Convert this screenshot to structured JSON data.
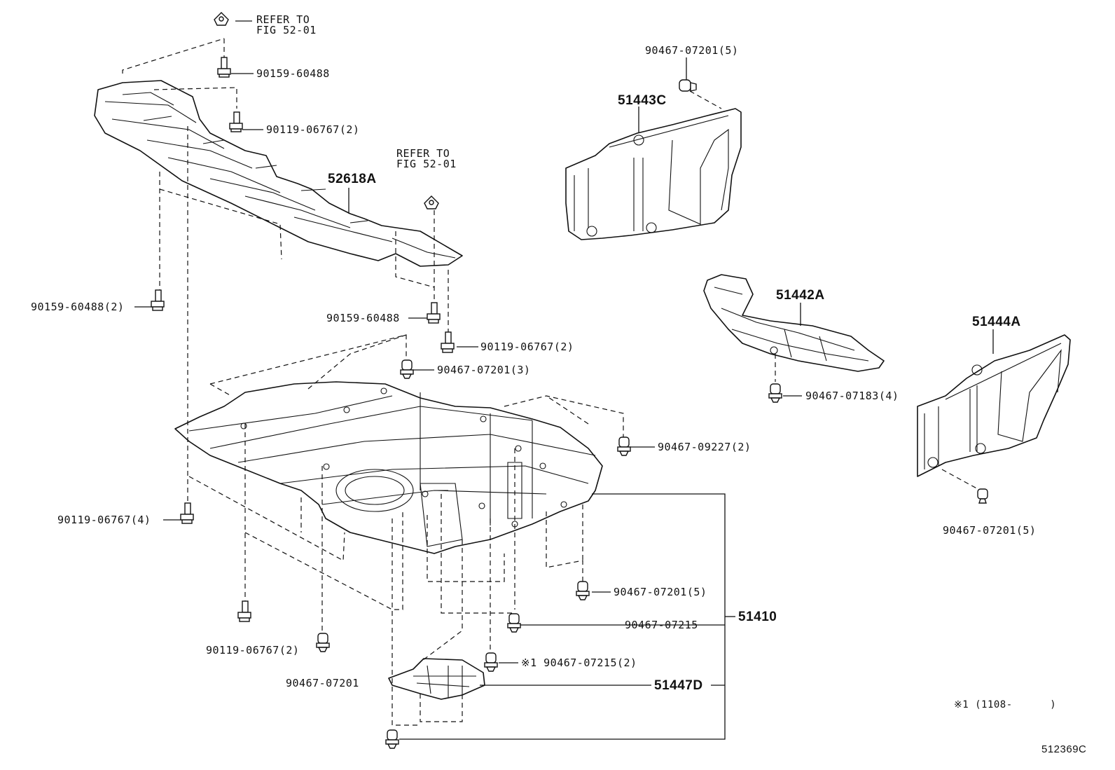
{
  "labels": {
    "refer_top": [
      "REFER TO",
      "FIG 52-01"
    ],
    "refer_mid": [
      "REFER TO",
      "FIG 52-01"
    ],
    "p_90159_60488_top": "90159-60488",
    "p_90119_06767_2_top": "90119-06767(2)",
    "p_52618A": "52618A",
    "p_90159_60488_2": "90159-60488(2)",
    "p_90159_60488_mid": "90159-60488",
    "p_90119_06767_2_mid": "90119-06767(2)",
    "p_90467_07201_3": "90467-07201(3)",
    "p_90467_09227_2": "90467-09227(2)",
    "p_90119_06767_4": "90119-06767(4)",
    "p_90467_07201_5_mid": "90467-07201(5)",
    "p_90467_07215": "90467-07215",
    "p_51410": "51410",
    "p_90119_06767_2_bot": "90119-06767(2)",
    "p_90467_07201_bot": "90467-07201",
    "p_x1_90467_07215_2": "※1 90467-07215(2)",
    "p_51447D": "51447D",
    "p_90467_07201_5_top": "90467-07201(5)",
    "p_51443C": "51443C",
    "p_51442A": "51442A",
    "p_90467_07183_4": "90467-07183(4)",
    "p_51444A": "51444A",
    "p_90467_07201_5_right": "90467-07201(5)",
    "footnote": "※1 (1108-      )",
    "figure_id": "512369C"
  }
}
